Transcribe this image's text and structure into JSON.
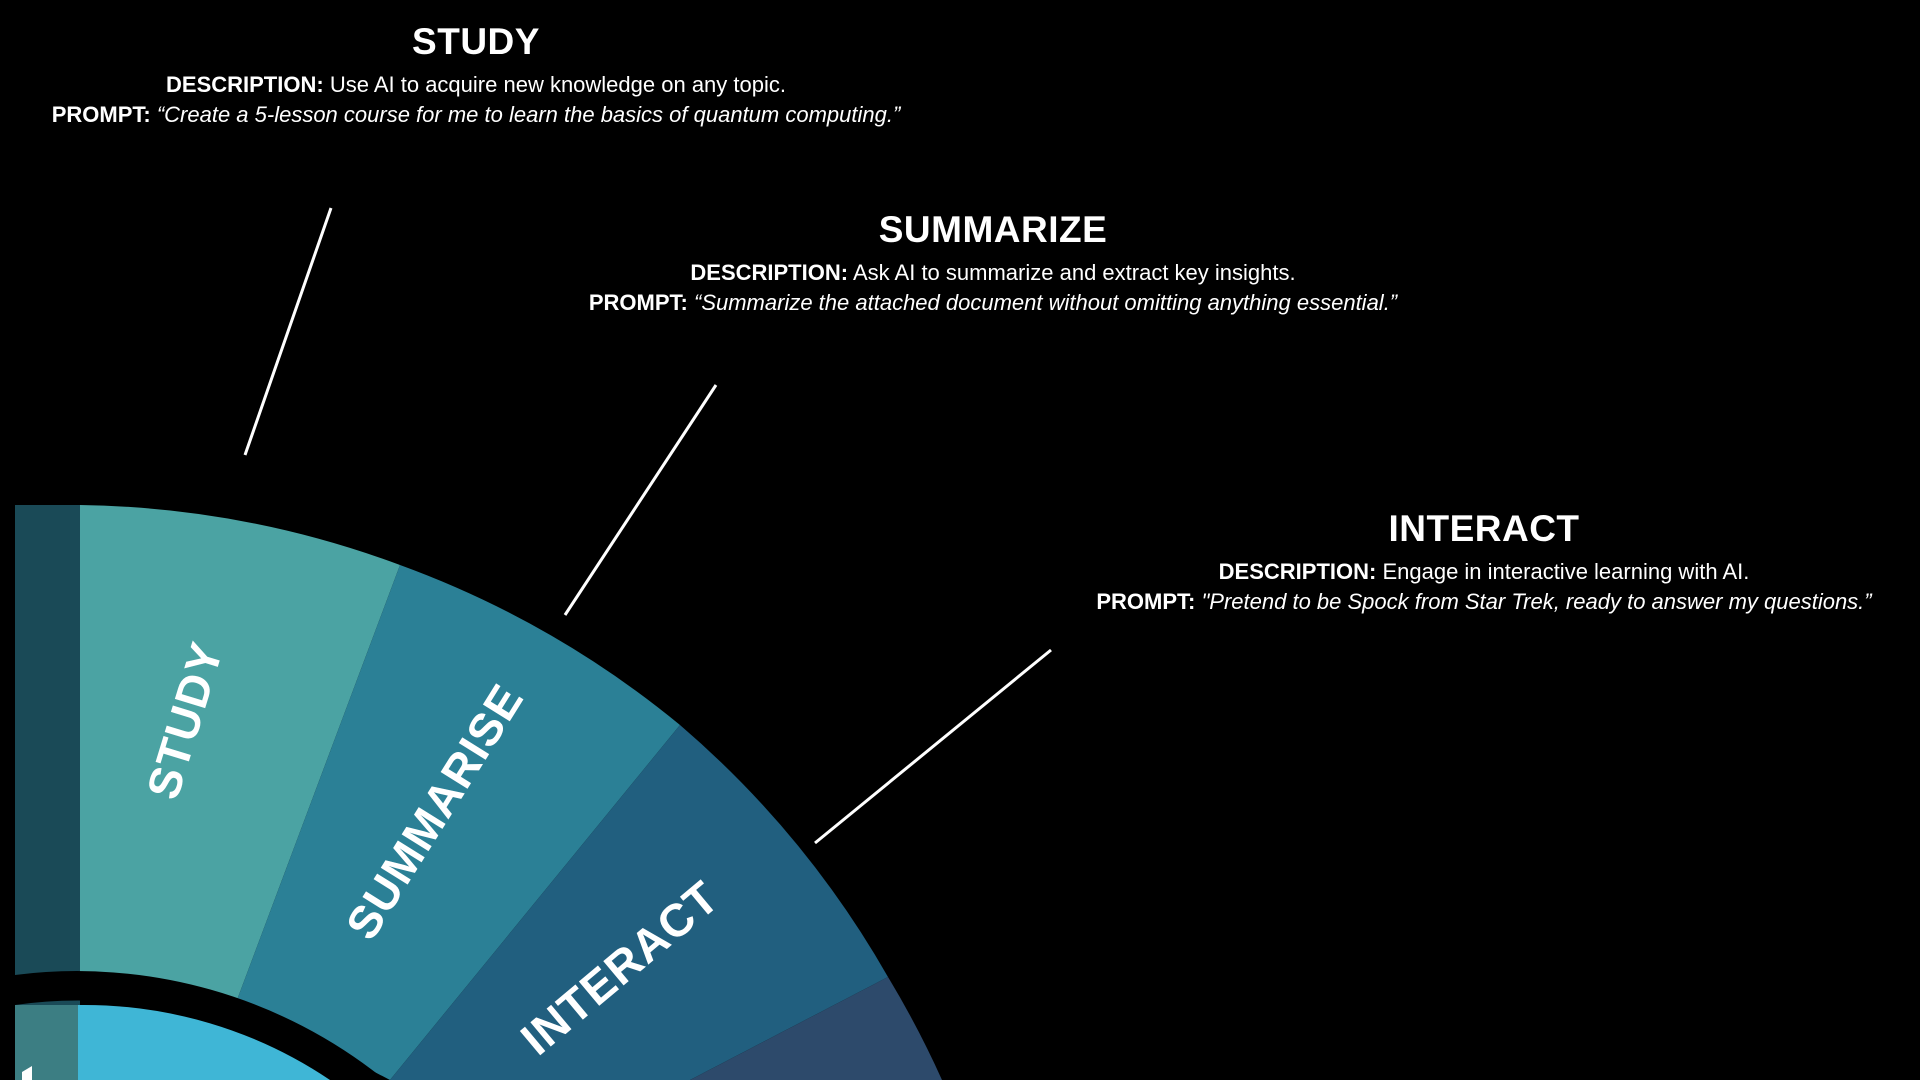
{
  "callouts": {
    "study": {
      "title": "STUDY",
      "description_label": "DESCRIPTION:",
      "description": "Use AI to acquire new knowledge on any topic.",
      "prompt_label": "PROMPT:",
      "prompt": "“Create a 5-lesson course for me to learn the basics of quantum computing.”"
    },
    "summarize": {
      "title": "SUMMARIZE",
      "description_label": "DESCRIPTION:",
      "description": "Ask AI to summarize and extract key insights.",
      "prompt_label": "PROMPT:",
      "prompt": "“Summarize the attached document without omitting anything essential.”"
    },
    "interact": {
      "title": "INTERACT",
      "description_label": "DESCRIPTION:",
      "description": "Engage in interactive learning with AI.",
      "prompt_label": "PROMPT:",
      "prompt": "\"Pretend to be Spock from Star Trek, ready to answer my questions.”"
    }
  },
  "wheel": {
    "segments": [
      {
        "label": "STUDY",
        "color": "#4ba3a3"
      },
      {
        "label": "SUMMARISE",
        "color": "#2b8096"
      },
      {
        "label": "INTERACT",
        "color": "#215f7f"
      }
    ],
    "edge_color": "#1a4a57",
    "next_segment_color": "#2d4a6b",
    "inner_color": "#3fb6d6",
    "inner_edge_color": "#3c7e83",
    "ring_color": "#000000"
  },
  "connector_color": "#ffffff"
}
